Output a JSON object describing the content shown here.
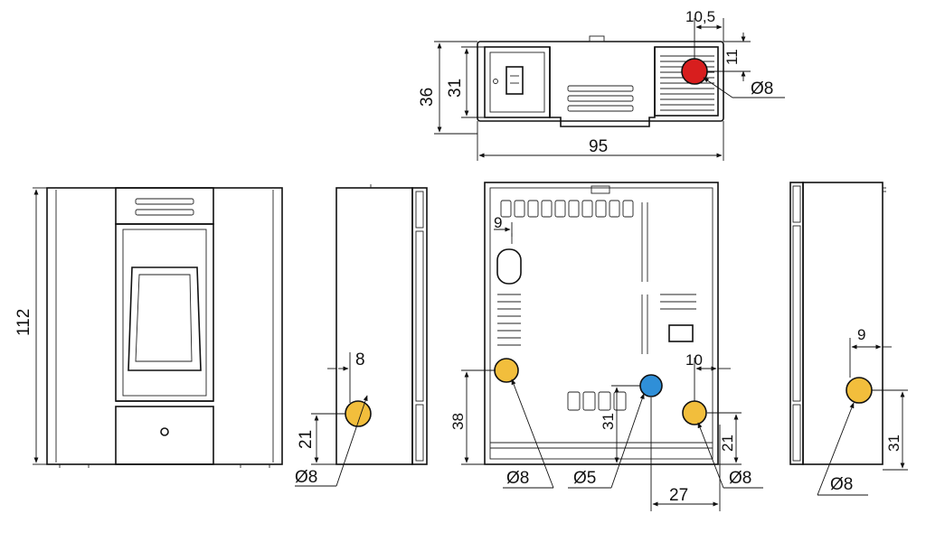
{
  "colors": {
    "fitting_yellow": "#f2be3c",
    "fitting_red": "#d81e1e",
    "fitting_blue": "#2f8fd8",
    "line": "#111111",
    "background": "#ffffff"
  },
  "top_view": {
    "dim_width": "95",
    "dim_depth_outer": "36",
    "dim_depth_inner": "31",
    "dim_flue_offset_x": "10,5",
    "dim_flue_offset_y": "11",
    "flue_diameter": "Ø8"
  },
  "front_view": {
    "dim_height": "112"
  },
  "left_view": {
    "dim_offset_x": "8",
    "dim_height": "21",
    "fitting_diameter": "Ø8"
  },
  "rear_view": {
    "dim_top_offset": "9",
    "dim_left_height": "38",
    "dim_center_height": "31",
    "dim_right_offset": "10",
    "dim_right_height": "21",
    "dim_spacing": "27",
    "label_left_fitting": "Ø8",
    "label_center_fitting": "Ø5",
    "label_right_fitting": "Ø8"
  },
  "right_view": {
    "dim_offset_x": "9",
    "dim_height": "31",
    "fitting_diameter": "Ø8"
  }
}
